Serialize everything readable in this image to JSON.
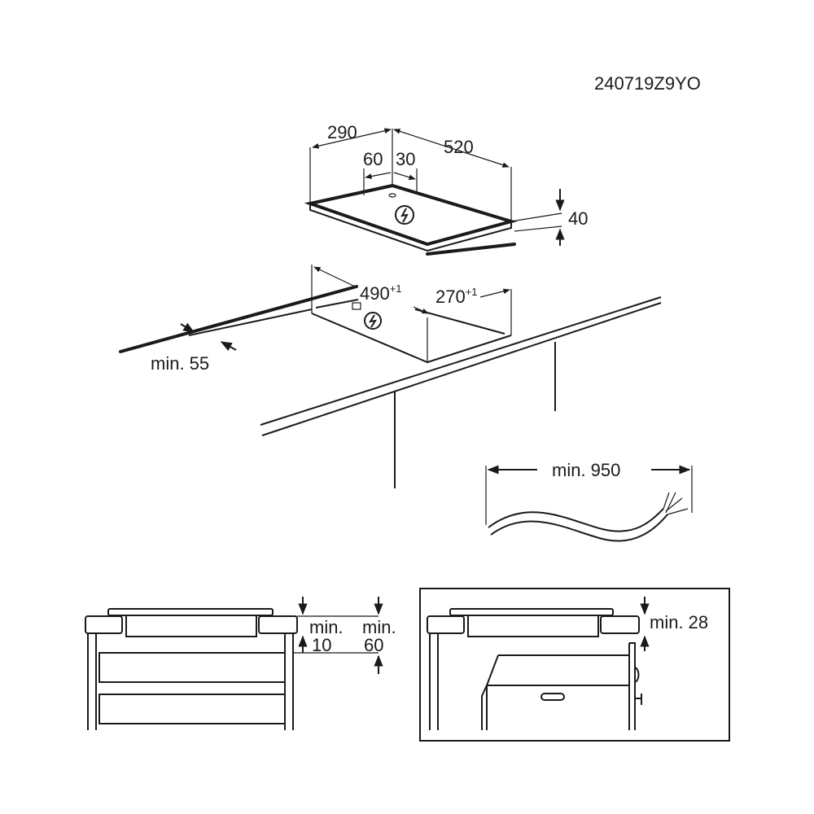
{
  "drawing_id": "240719Z9YO",
  "hob_dimensions": {
    "depth": "290",
    "width": "520",
    "left_offset": "60",
    "right_offset": "30",
    "height": "40"
  },
  "cutout_dimensions": {
    "width": "490",
    "width_tolerance": "+1",
    "depth": "270",
    "depth_tolerance": "+1",
    "min_front_distance": "min. 55"
  },
  "cable": {
    "min_length": "min. 950"
  },
  "section_drawer": {
    "label_a": "min.",
    "value_a": "10",
    "label_b": "min.",
    "value_b": "60"
  },
  "section_oven": {
    "clearance": "min. 28"
  },
  "icons": [
    "electric-connection-icon"
  ]
}
